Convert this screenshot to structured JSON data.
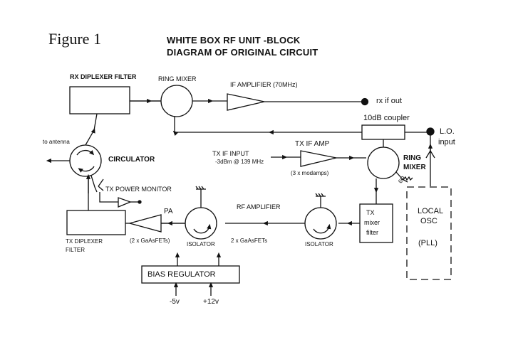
{
  "figure_label": "Figure 1",
  "title_line1": "WHITE BOX RF UNIT -BLOCK",
  "title_line2": "DIAGRAM OF ORIGINAL CIRCUIT",
  "labels": {
    "rx_diplexer": "RX DIPLEXER FILTER",
    "ring_mixer_top": "RING MIXER",
    "if_amplifier": "IF AMPLIFIER (70MHz)",
    "rx_if_out": "rx if out",
    "coupler": "10dB coupler",
    "lo": "L.O.",
    "lo_input": "input",
    "to_antenna": "to antenna",
    "circulator": "CIRCULATOR",
    "tx_if_input": "TX IF INPUT",
    "tx_if_level": "-3dBm @ 139 MHz",
    "tx_if_amp": "TX IF AMP",
    "tx_if_amp_parts": "(3 x modamps)",
    "ring_mixer_right_1": "RING",
    "ring_mixer_right_2": "MIXER",
    "termination": "6Ω",
    "tx_power_monitor": "TX POWER MONITOR",
    "rf_amplifier": "RF AMPLIFIER",
    "pa": "PA",
    "tx_mixer_filter_1": "TX",
    "tx_mixer_filter_2": "mixer",
    "tx_mixer_filter_3": "filter",
    "local_osc_1": "LOCAL",
    "local_osc_2": "OSC",
    "local_osc_3": "(PLL)",
    "tx_diplexer_1": "TX DIPLEXER",
    "tx_diplexer_2": "FILTER",
    "pa_parts": "(2 x GaAsFETs)",
    "isolator_left": "ISOLATOR",
    "rf_amp_parts": "2 x GaAsFETs",
    "isolator_right": "ISOLATOR",
    "bias_regulator": "BIAS REGULATOR",
    "supply_neg": "-5v",
    "supply_pos": "+12v"
  }
}
